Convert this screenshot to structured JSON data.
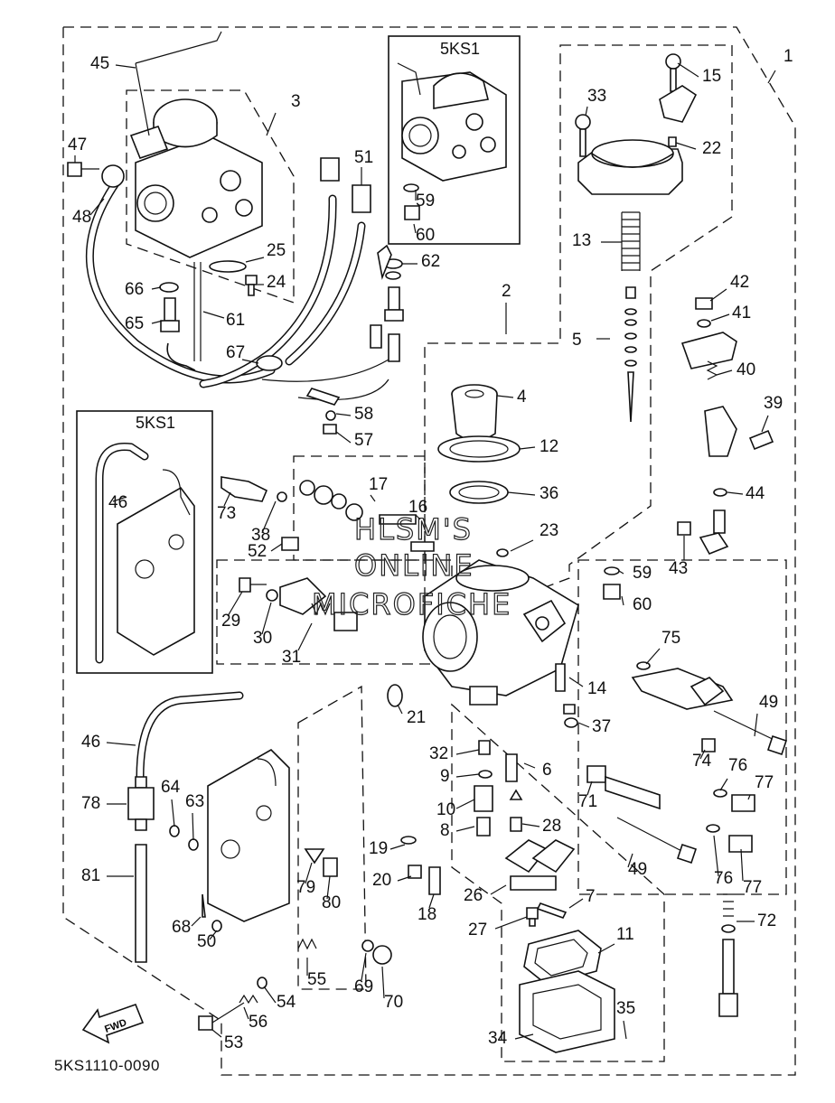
{
  "diagram": {
    "figure_code": "5KS1110-0090",
    "watermark_lines": [
      "HLSM'S",
      "ONLINE",
      "MICROFICHE"
    ],
    "fwd_label": "FWD",
    "insets": [
      {
        "id": "top",
        "title": "5KS1"
      },
      {
        "id": "left",
        "title": "5KS1"
      }
    ],
    "callouts": [
      "1",
      "2",
      "3",
      "4",
      "5",
      "6",
      "7",
      "8",
      "9",
      "10",
      "11",
      "12",
      "13",
      "14",
      "15",
      "16",
      "17",
      "18",
      "19",
      "20",
      "21",
      "22",
      "23",
      "24",
      "25",
      "26",
      "27",
      "28",
      "29",
      "30",
      "31",
      "32",
      "33",
      "34",
      "35",
      "36",
      "37",
      "38",
      "39",
      "40",
      "41",
      "42",
      "43",
      "44",
      "45",
      "46",
      "47",
      "48",
      "49",
      "50",
      "51",
      "52",
      "53",
      "54",
      "55",
      "56",
      "57",
      "58",
      "59",
      "60",
      "61",
      "62",
      "63",
      "64",
      "65",
      "66",
      "67",
      "68",
      "69",
      "70",
      "71",
      "72",
      "73",
      "74",
      "75",
      "76",
      "77",
      "78",
      "79",
      "80",
      "81"
    ]
  }
}
